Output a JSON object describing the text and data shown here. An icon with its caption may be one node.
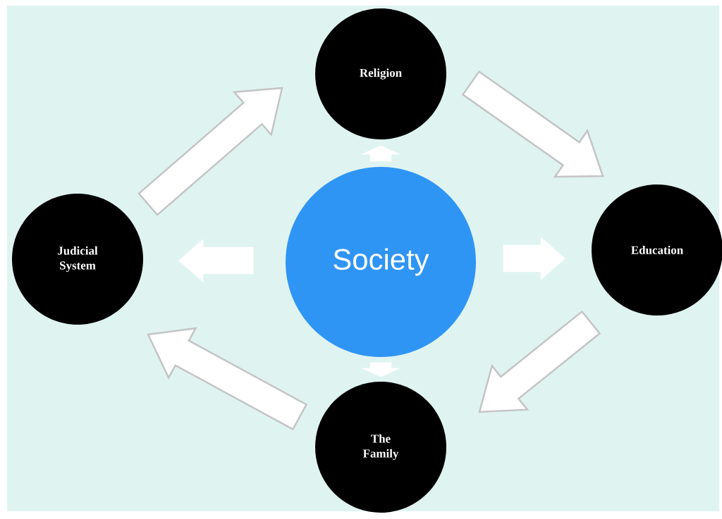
{
  "diagram": {
    "nodes": [
      {
        "text": [
          "Society"
        ]
      },
      {
        "text": [
          "Religion"
        ]
      },
      {
        "text": [
          "Education"
        ]
      },
      {
        "text": [
          "The Family"
        ]
      },
      {
        "text": [
          "Judicial System"
        ]
      }
    ],
    "edges": [
      {
        "from": 0,
        "to": 1,
        "arrow": "to"
      },
      {
        "from": 0,
        "to": 2,
        "arrow": "to"
      },
      {
        "from": 0,
        "to": 3,
        "arrow": "to"
      },
      {
        "from": 0,
        "to": 4,
        "arrow": "to"
      },
      {
        "from": 4,
        "to": 1,
        "arrow": "to"
      },
      {
        "from": 1,
        "to": 2,
        "arrow": "to"
      },
      {
        "from": 2,
        "to": 3,
        "arrow": "to"
      },
      {
        "from": 3,
        "to": 4,
        "arrow": "to"
      }
    ]
  }
}
